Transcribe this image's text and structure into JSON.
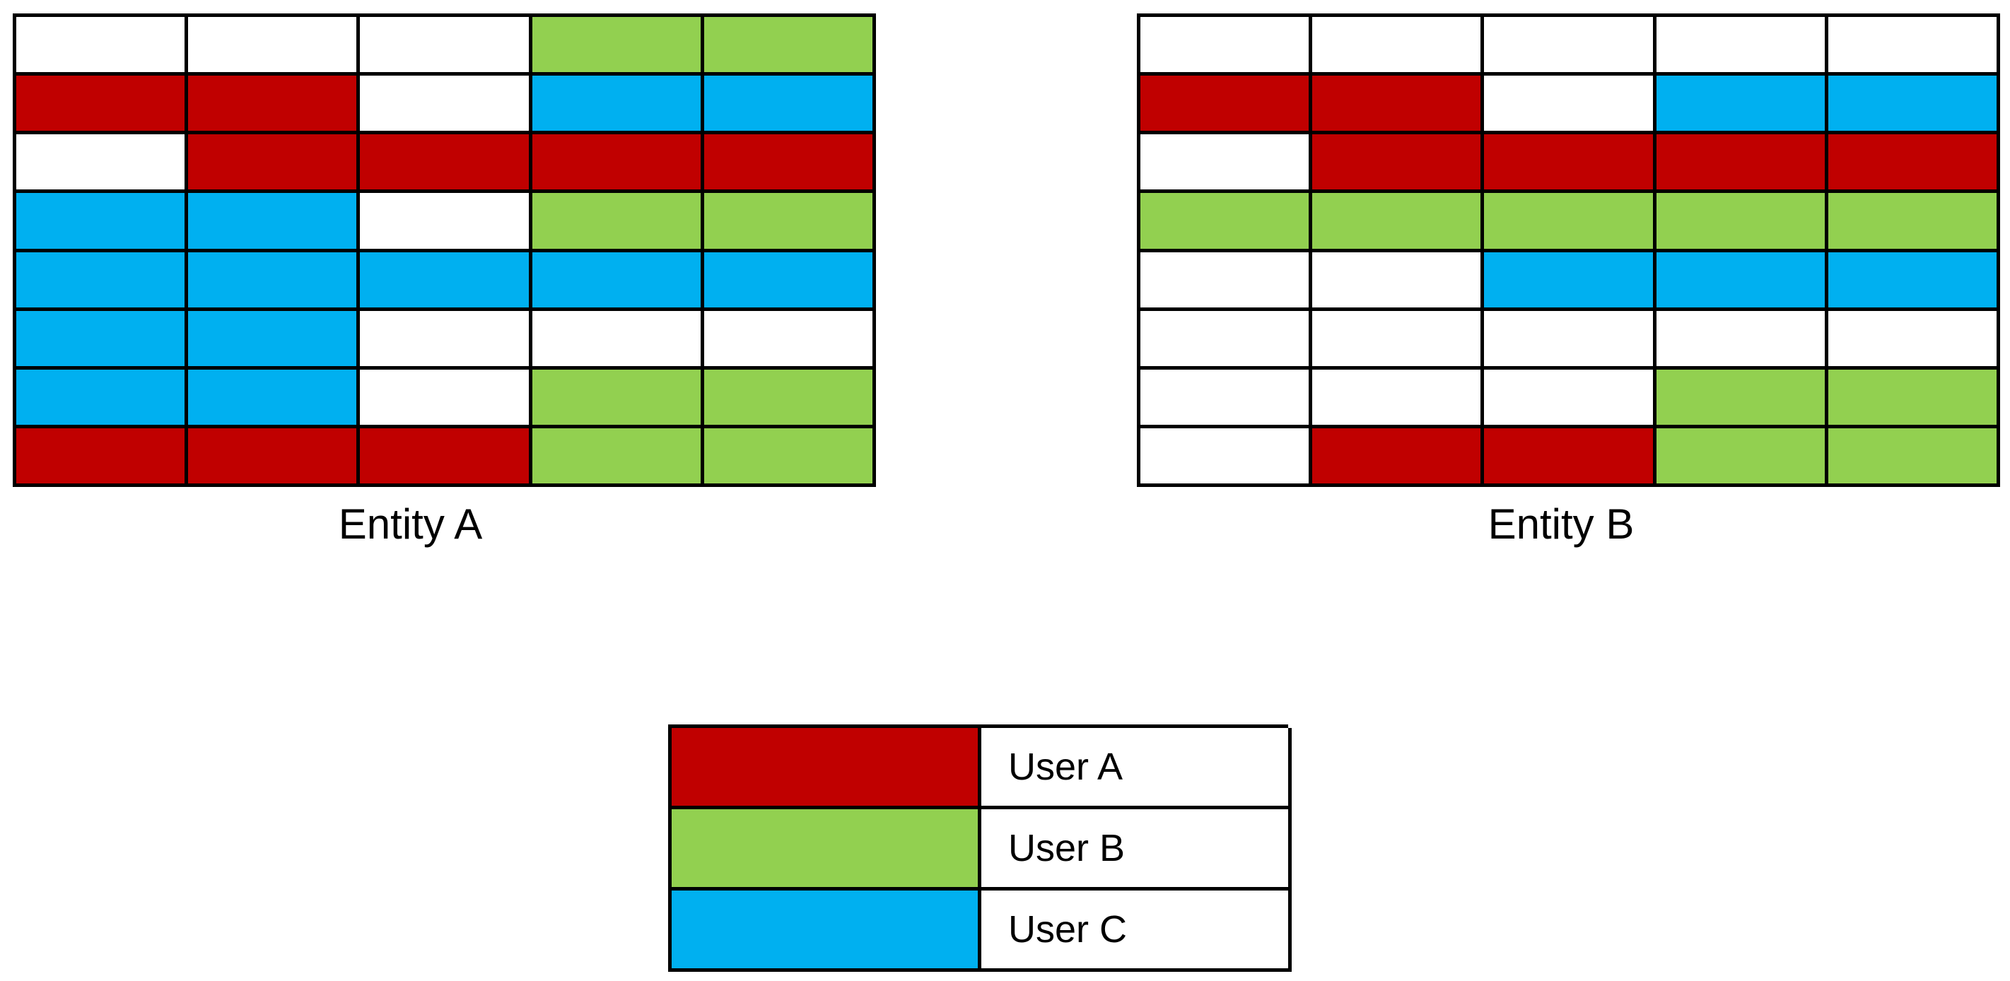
{
  "colors": {
    "user_a": "#C00000",
    "user_b": "#92D050",
    "user_c": "#00B0F0",
    "empty": "#FFFFFF"
  },
  "entities": [
    {
      "label": "Entity A",
      "rows": [
        [
          "empty",
          "empty",
          "empty",
          "user_b",
          "user_b"
        ],
        [
          "user_a",
          "user_a",
          "empty",
          "user_c",
          "user_c"
        ],
        [
          "empty",
          "user_a",
          "user_a",
          "user_a",
          "user_a"
        ],
        [
          "user_c",
          "user_c",
          "empty",
          "user_b",
          "user_b"
        ],
        [
          "user_c",
          "user_c",
          "user_c",
          "user_c",
          "user_c"
        ],
        [
          "user_c",
          "user_c",
          "empty",
          "empty",
          "empty"
        ],
        [
          "user_c",
          "user_c",
          "empty",
          "user_b",
          "user_b"
        ],
        [
          "user_a",
          "user_a",
          "user_a",
          "user_b",
          "user_b"
        ]
      ]
    },
    {
      "label": "Entity B",
      "rows": [
        [
          "empty",
          "empty",
          "empty",
          "empty",
          "empty"
        ],
        [
          "user_a",
          "user_a",
          "empty",
          "user_c",
          "user_c"
        ],
        [
          "empty",
          "user_a",
          "user_a",
          "user_a",
          "user_a"
        ],
        [
          "user_b",
          "user_b",
          "user_b",
          "user_b",
          "user_b"
        ],
        [
          "empty",
          "empty",
          "user_c",
          "user_c",
          "user_c"
        ],
        [
          "empty",
          "empty",
          "empty",
          "empty",
          "empty"
        ],
        [
          "empty",
          "empty",
          "empty",
          "user_b",
          "user_b"
        ],
        [
          "empty",
          "user_a",
          "user_a",
          "user_b",
          "user_b"
        ]
      ]
    }
  ],
  "legend": [
    {
      "key": "user_a",
      "label": "User A"
    },
    {
      "key": "user_b",
      "label": "User B"
    },
    {
      "key": "user_c",
      "label": "User C"
    }
  ]
}
